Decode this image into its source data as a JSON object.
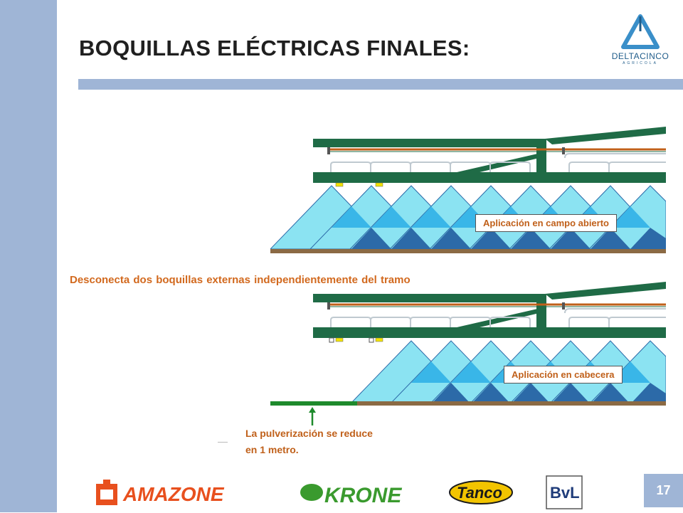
{
  "slide": {
    "title": "BOQUILLAS ELÉCTRICAS FINALES:",
    "middle_text": "Desconecta dos boquillas externas independientemente del tramo",
    "note": "La pulverización se reduce en 1 metro.",
    "page_number": "17"
  },
  "logo": {
    "name": "DELTACINCO",
    "sub": "AGRICOLA"
  },
  "diagrams": [
    {
      "label": "Aplicación en campo abierto",
      "active_nozzles": 9
    },
    {
      "label": "Aplicación en cabecera",
      "active_nozzles": 7
    }
  ],
  "brands": [
    "AMAZONE",
    "KRONE",
    "Tanco",
    "BvL"
  ],
  "colors": {
    "sidebar": "#9fb5d6",
    "boom_green": "#1f6b46",
    "pipe_orange": "#c0601a",
    "spray_light": "#8be3f2",
    "spray_mid": "#39b6e8",
    "spray_dark": "#2c6aa8",
    "ground_brown": "#8b6a44",
    "ground_green": "#1e8a2c"
  }
}
